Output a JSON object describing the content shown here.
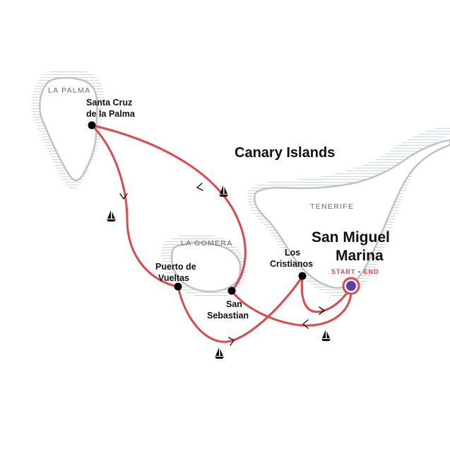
{
  "map": {
    "region_title": "Canary Islands",
    "islands": {
      "la_palma": "LA PALMA",
      "la_gomera": "LA GOMERA",
      "tenerife": "TENERIFE"
    },
    "ports": {
      "santa_cruz_line1": "Santa Cruz",
      "santa_cruz_line2": "de la Palma",
      "puerto_line1": "Puerto de",
      "puerto_line2": "Vueltas",
      "san_sebastian_line1": "San",
      "san_sebastian_line2": "Sebastian",
      "los_cristianos_line1": "Los",
      "los_cristianos_line2": "Cristianos"
    },
    "marina": {
      "line1": "San Miguel",
      "line2": "Marina",
      "start_end": "START • END"
    },
    "colors": {
      "route": "#e0474c",
      "port_dot": "#000000",
      "marina_fill": "#5a3fa5",
      "marina_ring": "#e0474c",
      "coast": "#bfc3c8",
      "water_hatch": "#bfe0ea"
    },
    "icons": {
      "sailboat": "sailboat-icon",
      "route_arrow": "chevron-arrow-icon"
    }
  }
}
